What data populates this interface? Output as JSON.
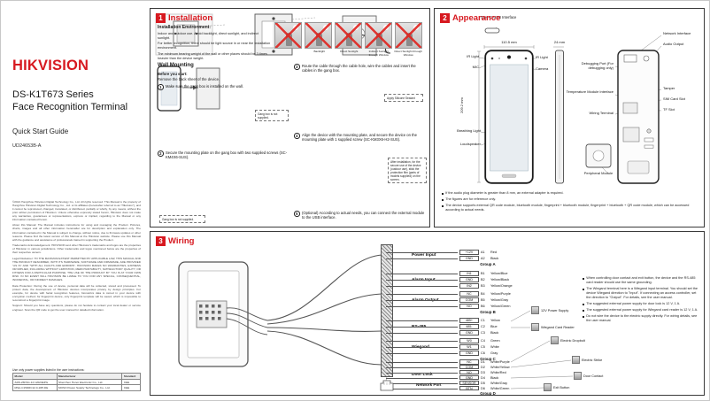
{
  "left": {
    "brand": "HIKVISION",
    "series": "DS-K1T673 Series",
    "product": "Face Recognition Terminal",
    "guide": "Quick Start Guide",
    "doc_code": "UD24653B-A",
    "legal_paragraphs": [
      "©2021 Hangzhou Hikvision Digital Technology Co., Ltd. All rights reserved. This Manual is the property of Hangzhou Hikvision Digital Technology Co., Ltd. or its affiliates (hereinafter referred to as \"Hikvision\"), and it cannot be reproduced, changed, translated, or distributed, partially or wholly, by any means, without the prior written permission of Hikvision. Unless otherwise expressly stated herein, Hikvision does not make any warranties, guarantees or representations, express or implied, regarding to the Manual or any information contained herein.",
      "About this Manual: The Manual includes instructions for using and managing the Product. Pictures, charts, images and all other information hereinafter are for description and explanation only. The information contained in the Manual is subject to change, without notice, due to firmware updates or other reasons. Please find the latest version of this Manual at the Hikvision website. Please use this Manual with the guidance and assistance of professionals trained in supporting the Product.",
      "Trademarks Acknowledgement: HIKVISION and other Hikvision's trademarks and logos are the properties of Hikvision in various jurisdictions. Other trademarks and logos mentioned below are the properties of their respective owners.",
      "Legal Disclaimer: TO THE MAXIMUM EXTENT PERMITTED BY APPLICABLE LAW, THIS MANUAL AND THE PRODUCT DESCRIBED, WITH ITS HARDWARE, SOFTWARE AND FIRMWARE, ARE PROVIDED \"AS IS\" AND \"WITH ALL FAULTS AND ERRORS\". HIKVISION MAKES NO WARRANTIES, EXPRESS OR IMPLIED, INCLUDING WITHOUT LIMITATION, MERCHANTABILITY, SATISFACTORY QUALITY, OR FITNESS FOR A PARTICULAR PURPOSE. THE USE OF THE PRODUCT BY YOU IS AT YOUR OWN RISK. IN NO EVENT WILL HIKVISION BE LIABLE TO YOU FOR ANY SPECIAL, CONSEQUENTIAL, INCIDENTAL, OR INDIRECT DAMAGES.",
      "Data Protection: During the use of device, personal data will be collected, stored and processed. To protect data, the development of Hikvision devices incorporates privacy by design principles. For example, for device with facial recognition features, biometrics data is stored in your device with encryption method; for fingerprint device, only fingerprint template will be saved, which is impossible to reconstruct a fingerprint image.",
      "Support: Should you have any questions, please do not hesitate to contact your local dealer or service engineer. Scan the QR code to get the user manual for detailed information."
    ],
    "power_note": "Use only power supplies listed in the user instructions:",
    "table": {
      "headers": [
        "Model",
        "Manufacturer",
        "Standard"
      ],
      "rows": [
        [
          "ADS-26FSG-12 12024EPG",
          "Shenzhen Honor Electronic Co., Ltd.",
          "CEE"
        ],
        [
          "MSA-C1500IC12.0-18P-DE",
          "MOSO Power Supply Technology Co., Ltd.",
          "CEE"
        ]
      ]
    }
  },
  "installation": {
    "num": "1",
    "title": "Installation",
    "env_heading": "Installation Environment:",
    "env_lines": [
      "Indoor and outdoor use. Avoid backlight, direct sunlight, and indirect sunlight.",
      "For better recognition, there should be light source in or near the installation environment.",
      "The minimum bearing weight of the wall or other places should be 3 times heavier than the device weight."
    ],
    "env_captions": [
      "Backlight",
      "Direct Sunlight",
      "Indirect Sunlight through Window",
      "Direct Sunlight through Window"
    ],
    "wall_heading": "Wall Mounting",
    "before_heading": "Before you start:",
    "before_text": "Remove the back sheet of the device.",
    "steps": [
      {
        "num": "1",
        "text": "Make sure the gang box is installed on the wall."
      },
      {
        "num": "2",
        "text": "Secure the mounting plate on the gang box with two supplied screws (SC-KM4X6-SUS)."
      },
      {
        "num": "3",
        "text": "Route the cable through the cable hole, wire the cables and insert the cables in the gang box."
      },
      {
        "num": "4",
        "text": "Align the device with the mounting plate, and secure the device on the mounting plate with 1 supplied screw (SC-KM3X6-H2-SUS)."
      },
      {
        "num": "5",
        "text": "(Optional) According to actual needs, you can connect the external module to the USB interface."
      }
    ],
    "gang_note": "Gang box is not supplied.",
    "silicone_note": "Apply Silicone Sealant",
    "protection_note": "After installation, for the secure use of the device (outdoor use), stick the protection film (parts of models supplied) on the screen."
  },
  "appearance": {
    "num": "2",
    "title": "Appearance",
    "labels": {
      "typec": "Type-C USB Interface",
      "width_dim": "110.5 mm",
      "height_dim": "209.2 mm",
      "side_dim": "24 mm",
      "ir_left": "IR Light",
      "ir_right": "IR Light",
      "mic": "MIC",
      "camera": "Camera",
      "breathing": "Breathing Light",
      "loudspeaker": "Loudspeaker",
      "network": "Network Interface",
      "audio": "Audio Output",
      "debug": "Debugging Port (For debugging only)",
      "temperature": "Temperature Module Interface",
      "wiring_terminal": "Wiring Terminal",
      "tamper": "Tamper",
      "sim": "SIM Card Slot",
      "tf": "TF Slot",
      "peripheral": "Peripheral Module"
    },
    "notes": [
      "If the audio plug diameter is greater than 8 mm, an external adapter is required.",
      "The figures are for reference only.",
      "The device supports external QR code module, bluetooth module, fingerprint + bluetooth module, fingerprint + bluetooth + QR code module, which can be accessed according to actual needs."
    ]
  },
  "wiring": {
    "num": "3",
    "title": "Wiring",
    "network_port_label": "Network Port",
    "groups": [
      {
        "section": "Power Input",
        "group": "Group A",
        "rows": [
          {
            "signal": "+12V",
            "pin": "A1",
            "color": "Red"
          },
          {
            "signal": "GND",
            "pin": "A2",
            "color": "Black"
          }
        ]
      },
      {
        "section": "Alarm Input",
        "group": "",
        "rows": [
          {
            "signal": "IN1",
            "pin": "B1",
            "color": "Yellow/Blue"
          },
          {
            "signal": "GND",
            "pin": "B2",
            "color": "Yellow/Black"
          },
          {
            "signal": "IN2",
            "pin": "B3",
            "color": "Yellow/Orange"
          }
        ]
      },
      {
        "section": "Alarm Output",
        "group": "Group B",
        "rows": [
          {
            "signal": "NC",
            "pin": "B4",
            "color": "Yellow/Purple"
          },
          {
            "signal": "COM",
            "pin": "B5",
            "color": "Yellow/Gray"
          },
          {
            "signal": "NO",
            "pin": "B6",
            "color": "Yellow/Green"
          }
        ]
      },
      {
        "section": "RS-485",
        "group": "",
        "rows": [
          {
            "signal": "485+",
            "pin": "C1",
            "color": "Yellow"
          },
          {
            "signal": "485-",
            "pin": "C2",
            "color": "Blue"
          },
          {
            "signal": "GND",
            "pin": "C3",
            "color": "Black"
          }
        ]
      },
      {
        "section": "Wiegand",
        "group": "Group C",
        "rows": [
          {
            "signal": "W0",
            "pin": "C4",
            "color": "Green"
          },
          {
            "signal": "W1",
            "pin": "C5",
            "color": "White"
          },
          {
            "signal": "GND",
            "pin": "C6",
            "color": "Gray"
          }
        ]
      },
      {
        "section": "Door Lock",
        "group": "Group D",
        "rows": [
          {
            "signal": "NC",
            "pin": "D1",
            "color": "White/Purple"
          },
          {
            "signal": "COM",
            "pin": "D2",
            "color": "White/Yellow"
          },
          {
            "signal": "NO",
            "pin": "D3",
            "color": "White/Red"
          },
          {
            "signal": "GND",
            "pin": "D4",
            "color": "Black"
          },
          {
            "signal": "SENSOR",
            "pin": "D5",
            "color": "White/Gray"
          },
          {
            "signal": "BTN",
            "pin": "D6",
            "color": "White/Green"
          }
        ]
      }
    ],
    "devices": {
      "psu": "12V Power Supply",
      "wiegand_reader": "Wiegand Card Reader",
      "dropbolt": "Electric Dropbolt",
      "strike": "Electric Strike",
      "door_contact": "Door Contact",
      "exit_button": "Exit Button"
    },
    "notes": [
      "When controlling door contact and exit button, the device and the RS-485 card reader should use the same grounding.",
      "The Wiegand terminal here is a Wiegand input terminal. You should set the device Wiegand direction to \"Input\". If connecting an access controller, set the direction to \"Output\". For details, see the user manual.",
      "The suggested external power supply for door lock is 12 V, 1 A.",
      "The suggested external power supply for Wiegand card reader is 12 V, 1 A.",
      "Do not wire the device to the electric supply directly. For wiring details, see the user manual."
    ]
  }
}
